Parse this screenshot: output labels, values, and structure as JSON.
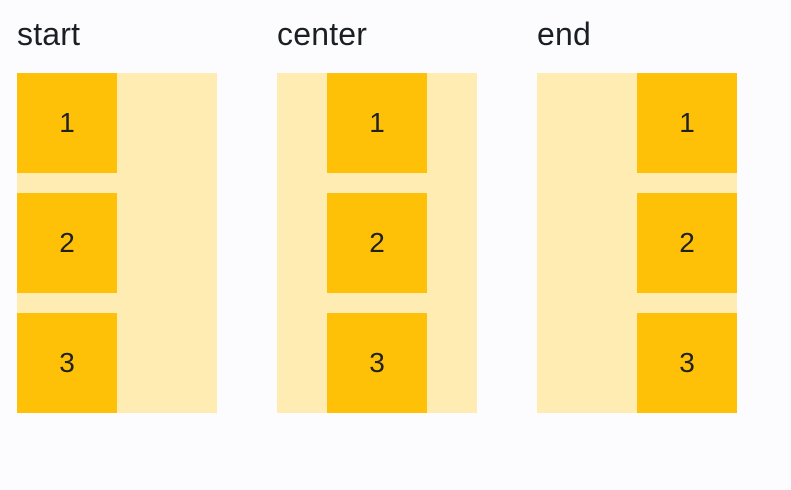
{
  "page": {
    "background": "#fcfcfe"
  },
  "colors": {
    "page_bg": "#fcfcfe",
    "container_bg": "#ffecb3",
    "item_bg": "#ffc107",
    "label_text": "#1b1f24",
    "item_text": "#212121"
  },
  "groups": [
    {
      "label": "start",
      "alignment": "start",
      "items": [
        "1",
        "2",
        "3"
      ]
    },
    {
      "label": "center",
      "alignment": "center",
      "items": [
        "1",
        "2",
        "3"
      ]
    },
    {
      "label": "end",
      "alignment": "end",
      "items": [
        "1",
        "2",
        "3"
      ]
    }
  ]
}
